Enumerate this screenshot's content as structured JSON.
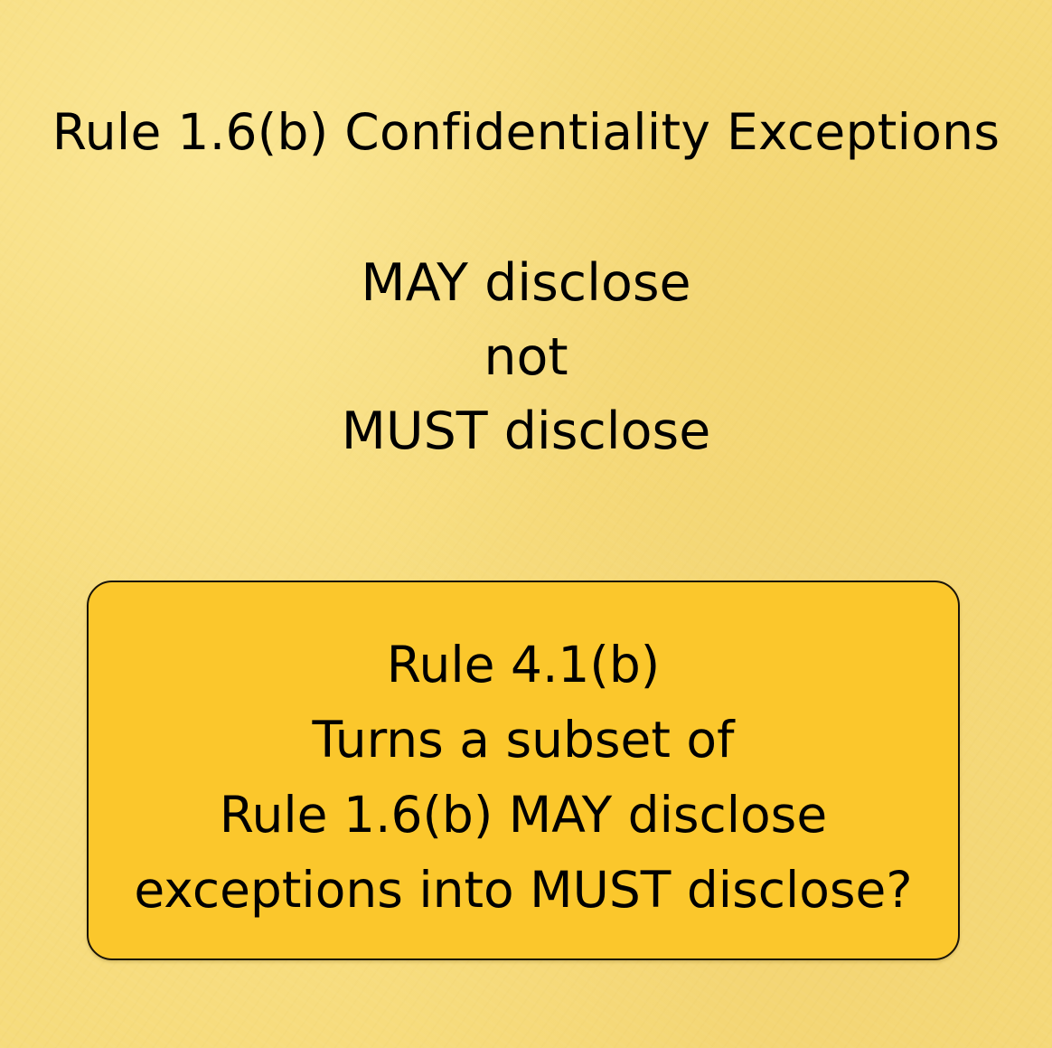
{
  "slide": {
    "title": "Rule 1.6(b) Confidentiality Exceptions",
    "center_lines": [
      "MAY disclose",
      "not",
      "MUST disclose"
    ],
    "callout": {
      "lines": [
        "Rule 4.1(b)",
        "Turns a subset of",
        "Rule 1.6(b) MAY disclose",
        "exceptions into MUST disclose?"
      ]
    }
  }
}
